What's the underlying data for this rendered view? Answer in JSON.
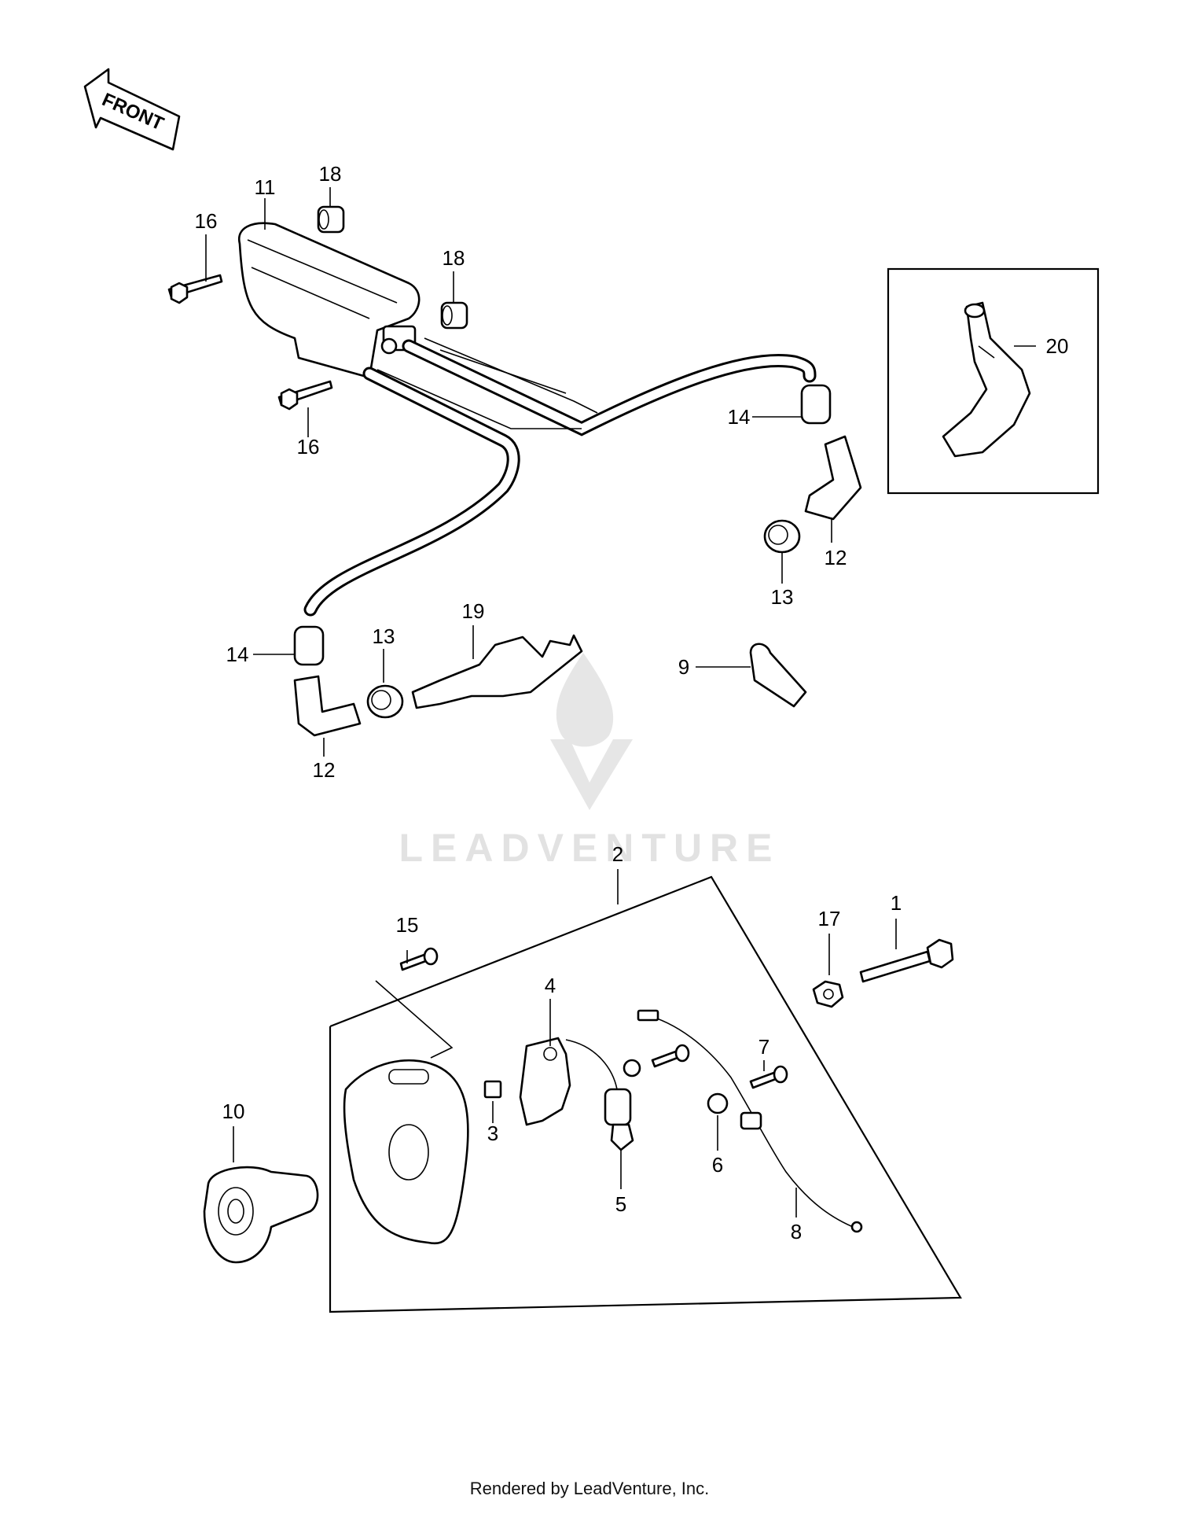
{
  "front_label": "FRONT",
  "watermark": "LEADVENTURE",
  "footer": "Rendered by LeadVenture, Inc.",
  "callouts": {
    "c1": "1",
    "c2": "2",
    "c3": "3",
    "c4": "4",
    "c5": "5",
    "c6": "6",
    "c7": "7",
    "c8": "8",
    "c9": "9",
    "c10": "10",
    "c11": "11",
    "c12a": "12",
    "c12b": "12",
    "c13a": "13",
    "c13b": "13",
    "c14a": "14",
    "c14b": "14",
    "c15": "15",
    "c16a": "16",
    "c16b": "16",
    "c17": "17",
    "c18a": "18",
    "c18b": "18",
    "c19": "19",
    "c20": "20"
  }
}
